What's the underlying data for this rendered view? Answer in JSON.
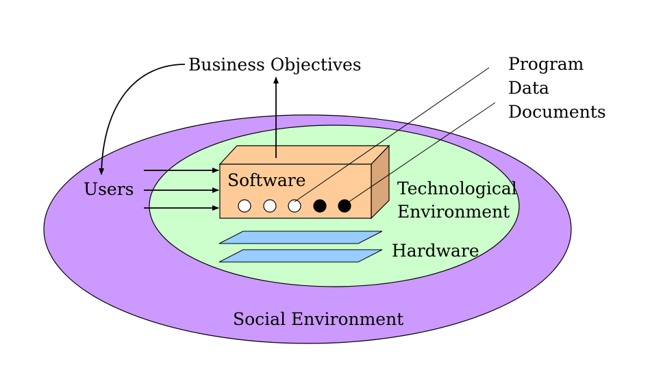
{
  "diagram": {
    "type": "software-context-diagram",
    "labels": {
      "business_objectives": "Business Objectives",
      "users": "Users",
      "software": "Software",
      "technological_environment_line1": "Technological",
      "technological_environment_line2": "Environment",
      "hardware": "Hardware",
      "social_environment": "Social Environment",
      "program": "Program",
      "data": "Data",
      "documents": "Documents"
    },
    "colors": {
      "social_environment_fill": "#cc99ff",
      "technological_environment_fill": "#ccffcc",
      "software_front_fill": "#ffcc99",
      "software_top_fill": "#ffcc99",
      "software_side_fill": "#d9a679",
      "hardware_fill": "#99ccff",
      "stroke": "#000000"
    },
    "software_indicators": [
      {
        "state": "open"
      },
      {
        "state": "open"
      },
      {
        "state": "open"
      },
      {
        "state": "filled"
      },
      {
        "state": "filled"
      }
    ]
  }
}
